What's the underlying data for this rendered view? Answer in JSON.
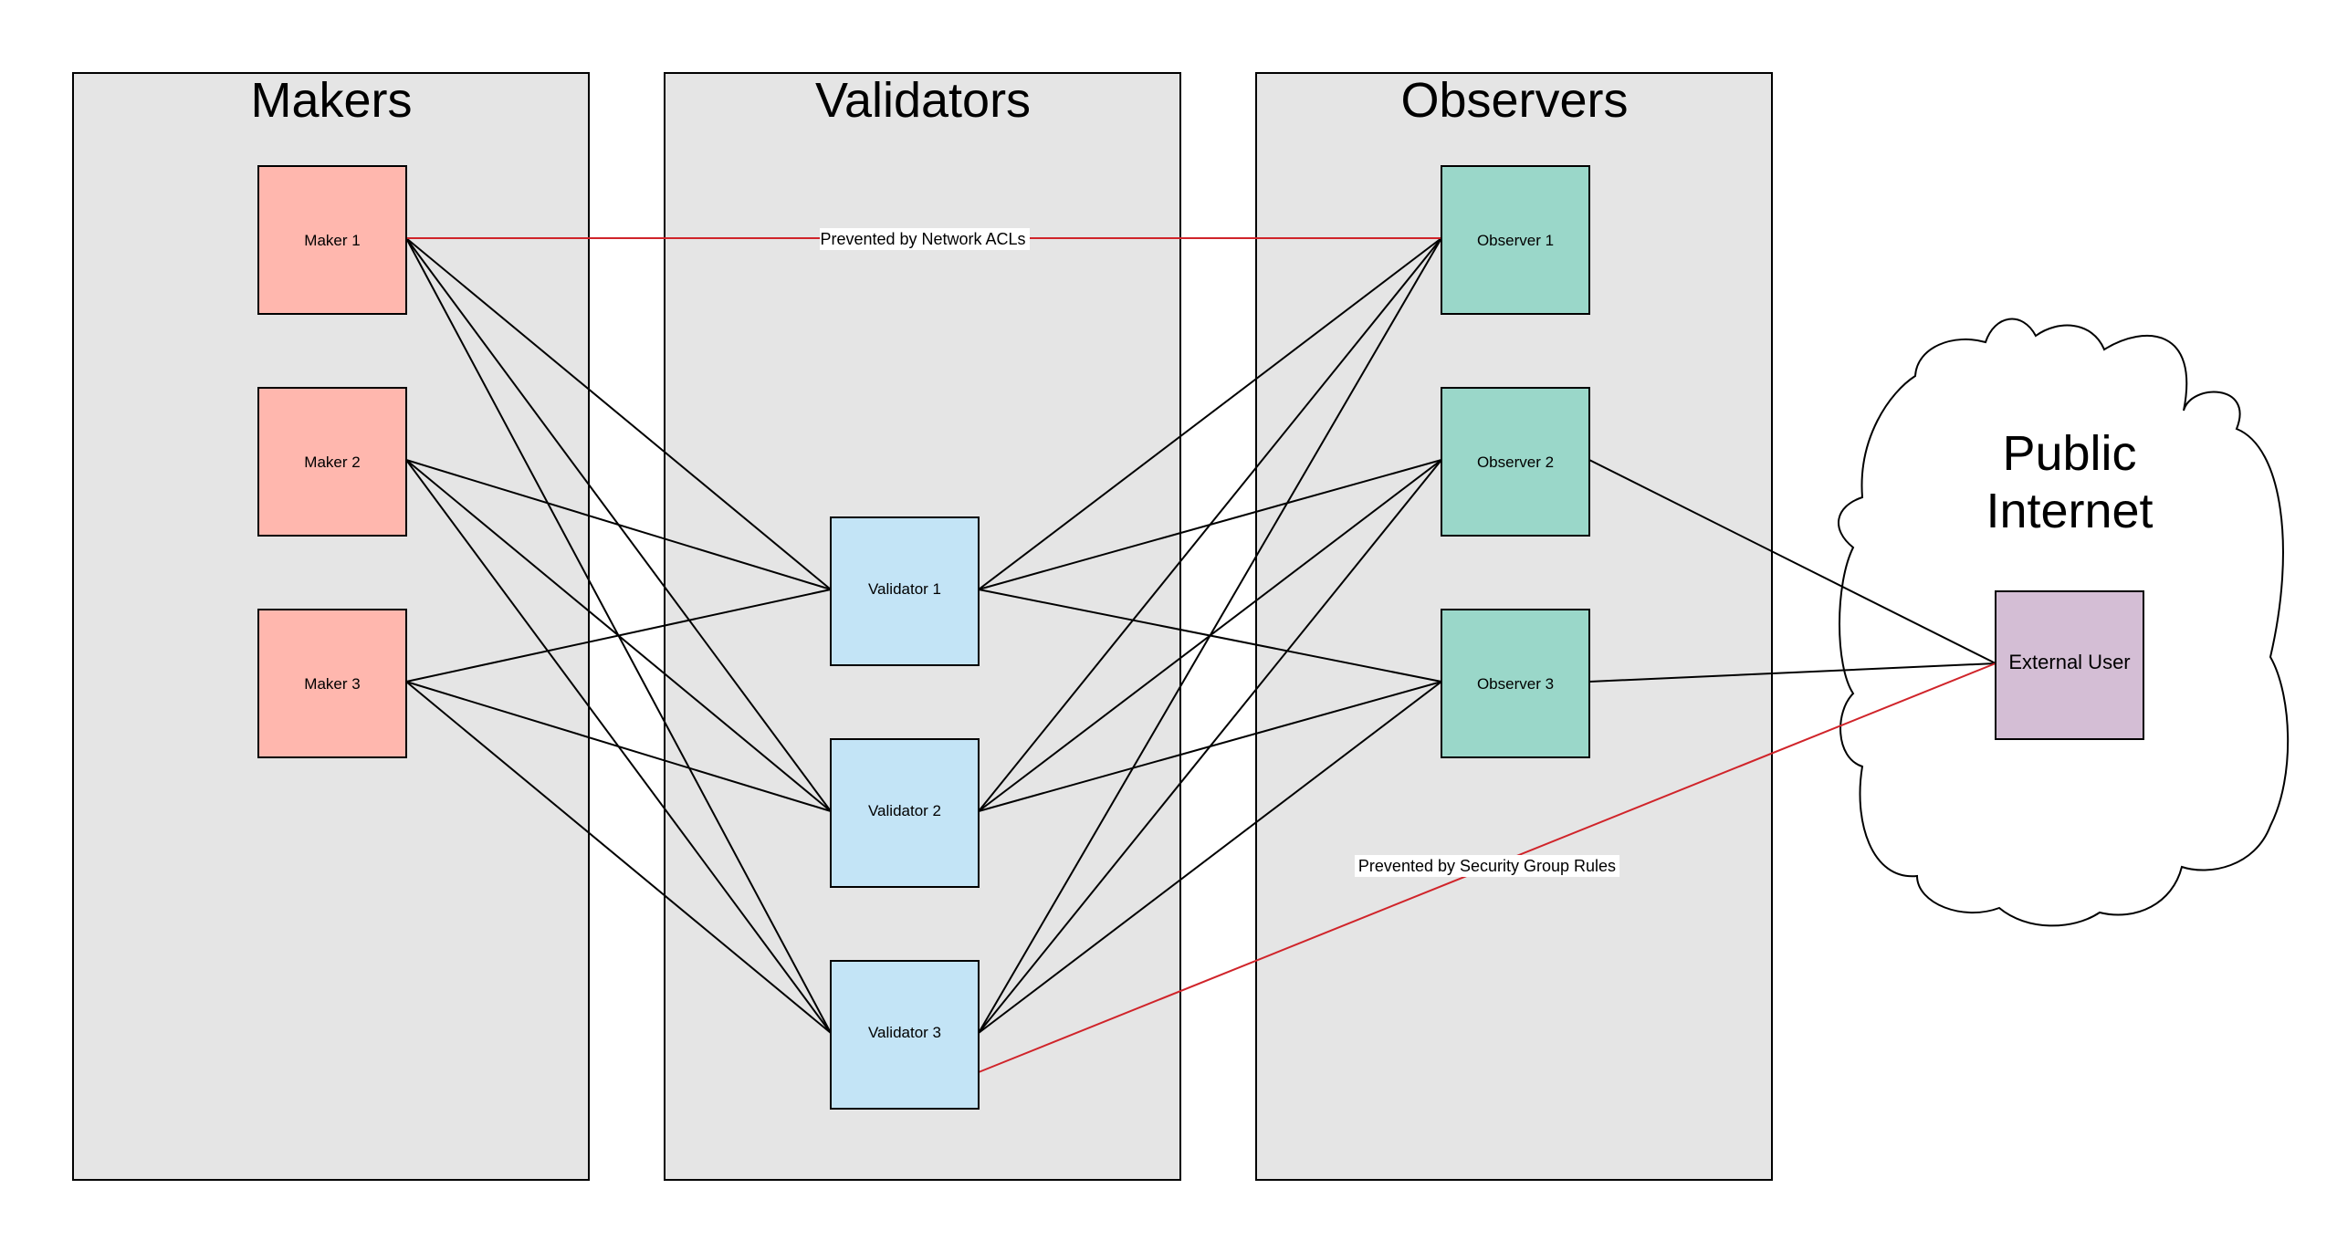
{
  "groups": [
    {
      "id": "makers",
      "title": "Makers"
    },
    {
      "id": "validators",
      "title": "Validators"
    },
    {
      "id": "observers",
      "title": "Observers"
    }
  ],
  "cloud": {
    "title_line1": "Public",
    "title_line2": "Internet"
  },
  "nodes": {
    "maker1": {
      "label": "Maker 1"
    },
    "maker2": {
      "label": "Maker 2"
    },
    "maker3": {
      "label": "Maker 3"
    },
    "validator1": {
      "label": "Validator 1"
    },
    "validator2": {
      "label": "Validator 2"
    },
    "validator3": {
      "label": "Validator 3"
    },
    "observer1": {
      "label": "Observer 1"
    },
    "observer2": {
      "label": "Observer 2"
    },
    "observer3": {
      "label": "Observer 3"
    },
    "external": {
      "label": "External User"
    }
  },
  "colors": {
    "maker": "#ffb7ae",
    "validator": "#c3e4f6",
    "observer": "#9ad7c9",
    "external": "#d4bed5",
    "blocked_edge": "#d0242a"
  },
  "edges": [
    {
      "from": "maker1",
      "to": "validator1"
    },
    {
      "from": "maker1",
      "to": "validator2"
    },
    {
      "from": "maker1",
      "to": "validator3"
    },
    {
      "from": "maker2",
      "to": "validator1"
    },
    {
      "from": "maker2",
      "to": "validator2"
    },
    {
      "from": "maker2",
      "to": "validator3"
    },
    {
      "from": "maker3",
      "to": "validator1"
    },
    {
      "from": "maker3",
      "to": "validator2"
    },
    {
      "from": "maker3",
      "to": "validator3"
    },
    {
      "from": "validator1",
      "to": "observer1"
    },
    {
      "from": "validator1",
      "to": "observer2"
    },
    {
      "from": "validator1",
      "to": "observer3"
    },
    {
      "from": "validator2",
      "to": "observer1"
    },
    {
      "from": "validator2",
      "to": "observer2"
    },
    {
      "from": "validator2",
      "to": "observer3"
    },
    {
      "from": "validator3",
      "to": "observer1"
    },
    {
      "from": "validator3",
      "to": "observer2"
    },
    {
      "from": "validator3",
      "to": "observer3"
    },
    {
      "from": "observer2",
      "to": "external"
    },
    {
      "from": "observer3",
      "to": "external"
    }
  ],
  "blocked_edges": [
    {
      "from": "maker1",
      "to": "observer1",
      "label": "Prevented by Network ACLs"
    },
    {
      "from": "validator3",
      "to": "external",
      "label": "Prevented by Security Group Rules"
    }
  ]
}
